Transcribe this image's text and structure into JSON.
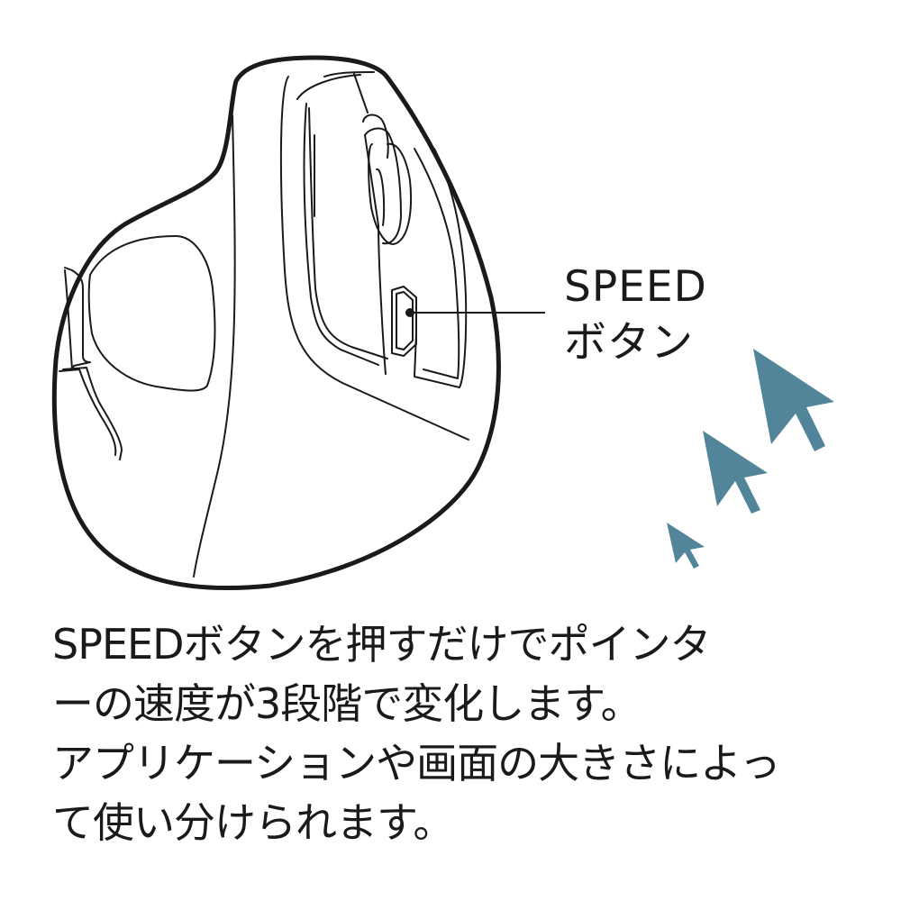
{
  "callout": {
    "line1": "SPEED",
    "line2": "ボタン"
  },
  "description": {
    "lines": [
      "SPEEDボタンを押すだけでポインタ",
      "ーの速度が3段階で変化します。",
      "アプリケーションや画面の大きさによっ",
      "て使い分けられます。"
    ]
  },
  "colors": {
    "outline": "#1a1a1a",
    "cursor": "#52849a",
    "background": "#ffffff"
  },
  "cursors": [
    {
      "size": "small"
    },
    {
      "size": "medium"
    },
    {
      "size": "large"
    }
  ]
}
